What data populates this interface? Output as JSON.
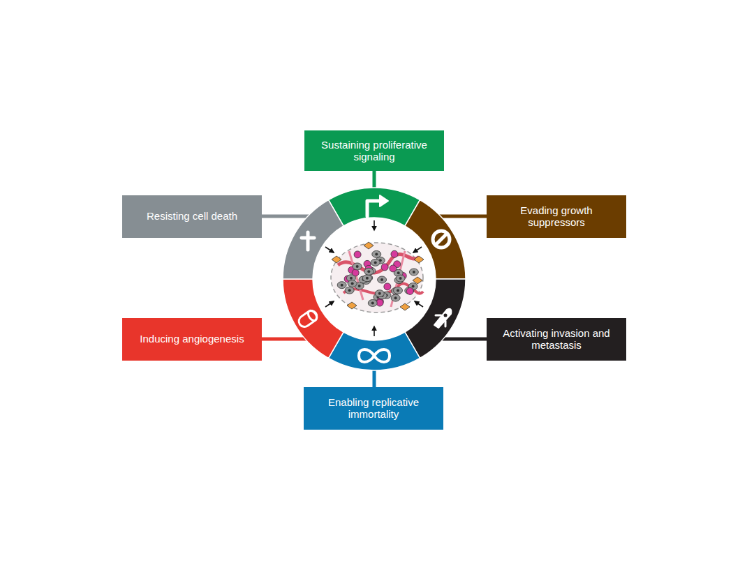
{
  "diagram": {
    "nodes": [
      {
        "text": [
          "Sustaining proliferative signaling"
        ]
      },
      {
        "text": [
          "Resisting cell death"
        ]
      },
      {
        "text": [
          "Evading growth suppressors"
        ]
      },
      {
        "text": [
          "Inducing angiogenesis"
        ]
      },
      {
        "text": [
          "Activating invasion and metastasis"
        ]
      },
      {
        "text": [
          "Enabling replicative immortality"
        ]
      }
    ]
  }
}
